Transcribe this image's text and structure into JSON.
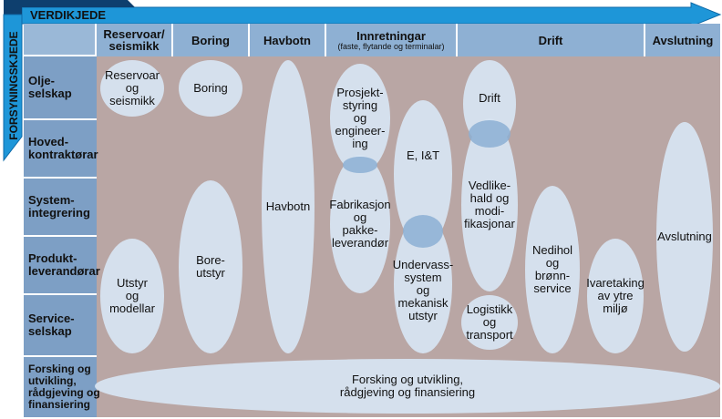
{
  "axes": {
    "value_chain": "VERDIKJEDE",
    "supply_chain": "FORSYNINGSKJEDE"
  },
  "columns": [
    {
      "label": "Reservoar/\nseismikk"
    },
    {
      "label": "Boring"
    },
    {
      "label": "Havbotn"
    },
    {
      "label": "Innretningar",
      "sub": "(faste, flytande og terminalar)"
    },
    {
      "label": "Drift"
    },
    {
      "label": "Avslutning"
    }
  ],
  "rows": [
    {
      "label": "Olje-\nselskap"
    },
    {
      "label": "Hoved-\nkontraktørar"
    },
    {
      "label": "System-\nintegrering"
    },
    {
      "label": "Produkt-\nleverandørar"
    },
    {
      "label": "Service-\nselskap"
    },
    {
      "label": "Forsking og\nutvikling,\nrådgjeving og\nfinansiering"
    }
  ],
  "areas": {
    "reservoir": "Reservoar\nog\nseismikk",
    "drilling": "Boring",
    "subsea": "Havbotn",
    "project": "Prosjekt-\nstyring\nog\nengineer-\ning",
    "fabrication": "Fabrikasjon\nog\npakke-\nleverandør",
    "eit": "E, I&T",
    "subsea_systems": "Undervass-\nsystem\nog\nmekanisk\nutstyr",
    "operation": "Drift",
    "maintenance": "Vedlike-\nhald og\nmodi-\nfikasjonar",
    "logistics": "Logistikk\nog\ntransport",
    "well_service": "Nedihol\nog\nbrønn-\nservice",
    "environment": "Ivaretaking\nav ytre\nmiljø",
    "decommissioning": "Avslutning",
    "drilling_equipment": "Bore-\nutstyr",
    "equipment": "Utstyr\nog\nmodellar",
    "research": "Forsking og utvikling,\nrådgjeving og finansiering"
  },
  "colors": {
    "grid_background": "#b9a6a4",
    "header": "#8eb0d3",
    "row_header": "#7d9fc5",
    "arrow": "#1e96d8",
    "ellipse": "#d7e4f2",
    "overlap": "#8cafd4"
  }
}
